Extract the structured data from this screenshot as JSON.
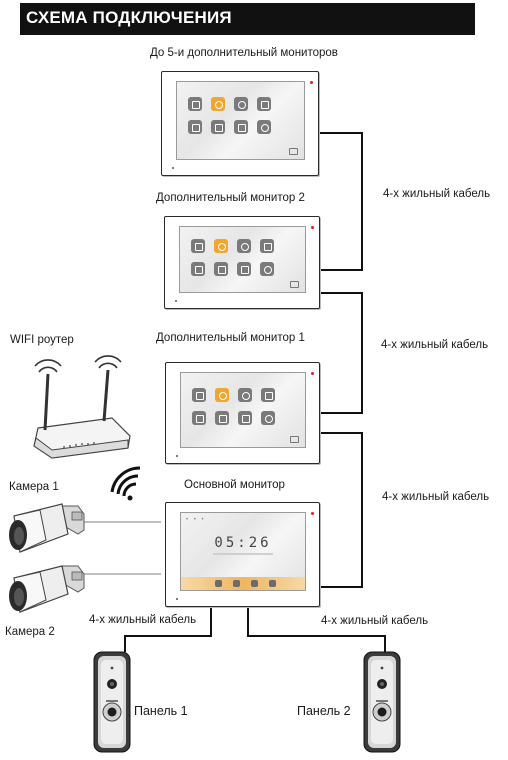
{
  "header": {
    "title": "СХЕМА ПОДКЛЮЧЕНИЯ"
  },
  "labels": {
    "extra_monitors": "До 5-и дополнительный мониторов",
    "monitor2": "Дополнительный монитор 2",
    "monitor1": "Дополнительный монитор 1",
    "main_monitor": "Основной монитор",
    "router": "WIFI роутер",
    "camera1": "Камера 1",
    "camera2": "Камера 2",
    "panel1": "Панель 1",
    "panel2": "Панель 2",
    "cable_a": "4-х жильный кабель",
    "cable_b": "4-х жильный кабель",
    "cable_c": "4-х жильный кабель",
    "cable_d": "4-х жильный кабель",
    "cable_e": "4-х жильный кабель"
  },
  "main_screen": {
    "time": "05:26"
  },
  "colors": {
    "accent_icon": "#f0a630",
    "cable": "#111111",
    "header_bg": "#111111"
  }
}
